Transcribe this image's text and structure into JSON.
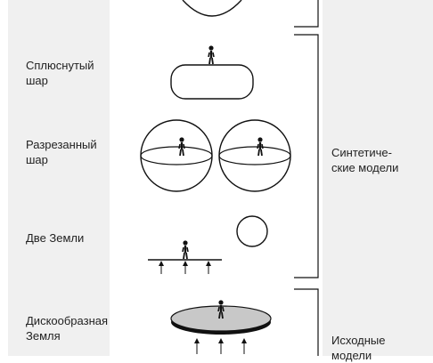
{
  "models": {
    "flattened": "Сплюснутый\nшар",
    "cut": "Разрезанный\nшар",
    "two_earths": "Две Земли",
    "disk": "Дискообразная\nЗемля"
  },
  "groups": {
    "synthetic": "Синтетиче-\nские модели",
    "initial": "Исходные\nмодели"
  },
  "colors": {
    "panel": "#f0f0f0",
    "stroke": "#111111",
    "disk_fill": "#c8c8c8"
  }
}
